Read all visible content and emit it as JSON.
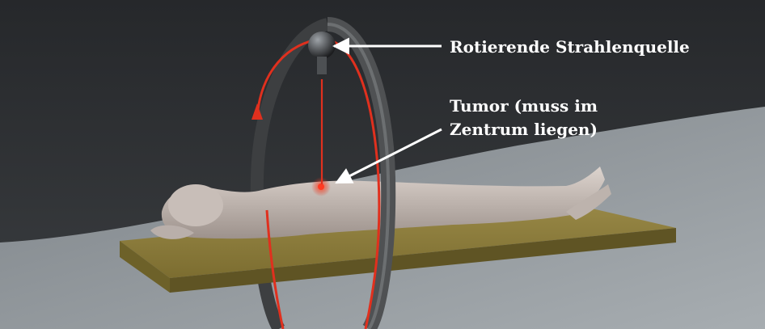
{
  "labels": {
    "source": "Rotierende Strahlenquelle",
    "tumor_line1": "Tumor (muss im",
    "tumor_line2": "Zentrum liegen)"
  },
  "colors": {
    "background_dark": "#2c2e31",
    "floor_gray": "#8b9196",
    "ring": "#4a4c4e",
    "table_top": "#8a7a3a",
    "body": "#c9bfb8",
    "beam_red": "#e0301e",
    "label_text": "#ffffff"
  }
}
